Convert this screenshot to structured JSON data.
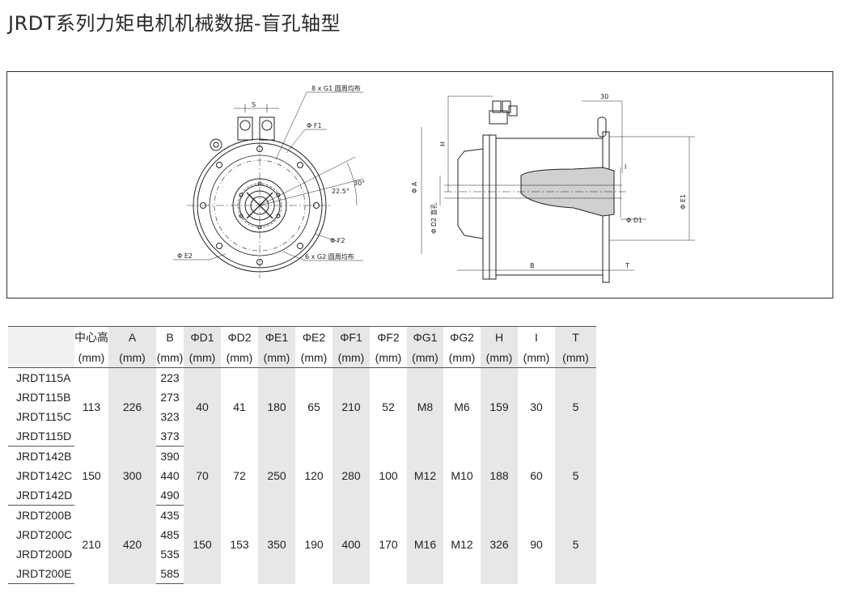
{
  "title": "JRDT系列力矩电机机械数据-盲孔轴型",
  "drawing_labels": {
    "holes_g1": "8 x G1 圆周均布",
    "holes_g2": "6 x G2 圆周均布",
    "phi_f1": "Φ F1",
    "phi_f2": "Φ F2",
    "phi_e2": "Φ E2",
    "phi_a": "Φ A",
    "phi_d2": "Φ D2 盲孔",
    "phi_e1": "Φ E1",
    "phi_d1": "Φ D1",
    "angle_1": "22.5°",
    "angle_2": "30°",
    "dim_h": "H",
    "dim_i": "I",
    "dim_b": "B",
    "dim_t": "T",
    "dim_30": "30"
  },
  "table": {
    "headers": [
      {
        "top": "中心高",
        "unit": "(mm)"
      },
      {
        "top": "A",
        "unit": "(mm)"
      },
      {
        "top": "B",
        "unit": "(mm)"
      },
      {
        "top": "ΦD1",
        "unit": "(mm)"
      },
      {
        "top": "ΦD2",
        "unit": "(mm)"
      },
      {
        "top": "ΦE1",
        "unit": "(mm)"
      },
      {
        "top": "ΦE2",
        "unit": "(mm)"
      },
      {
        "top": "ΦF1",
        "unit": "(mm)"
      },
      {
        "top": "ΦF2",
        "unit": "(mm)"
      },
      {
        "top": "ΦG1",
        "unit": "(mm)"
      },
      {
        "top": "ΦG2",
        "unit": "(mm)"
      },
      {
        "top": "H",
        "unit": "(mm)"
      },
      {
        "top": "I",
        "unit": "(mm)"
      },
      {
        "top": "T",
        "unit": "(mm)"
      }
    ],
    "groups": [
      {
        "models": [
          "JRDT115A",
          "JRDT115B",
          "JRDT115C",
          "JRDT115D"
        ],
        "b_values": [
          "223",
          "273",
          "323",
          "373"
        ],
        "shared": {
          "center_height": "113",
          "a": "226",
          "d1": "40",
          "d2": "41",
          "e1": "180",
          "e2": "65",
          "f1": "210",
          "f2": "52",
          "g1": "M8",
          "g2": "M6",
          "h": "159",
          "i": "30",
          "t": "5"
        }
      },
      {
        "models": [
          "JRDT142B",
          "JRDT142C",
          "JRDT142D"
        ],
        "b_values": [
          "390",
          "440",
          "490"
        ],
        "shared": {
          "center_height": "150",
          "a": "300",
          "d1": "70",
          "d2": "72",
          "e1": "250",
          "e2": "120",
          "f1": "280",
          "f2": "100",
          "g1": "M12",
          "g2": "M10",
          "h": "188",
          "i": "60",
          "t": "5"
        }
      },
      {
        "models": [
          "JRDT200B",
          "JRDT200C",
          "JRDT200D",
          "JRDT200E"
        ],
        "b_values": [
          "435",
          "485",
          "535",
          "585"
        ],
        "shared": {
          "center_height": "210",
          "a": "420",
          "d1": "150",
          "d2": "153",
          "e1": "350",
          "e2": "190",
          "f1": "400",
          "f2": "170",
          "g1": "M16",
          "g2": "M12",
          "h": "326",
          "i": "90",
          "t": "5"
        }
      }
    ]
  }
}
